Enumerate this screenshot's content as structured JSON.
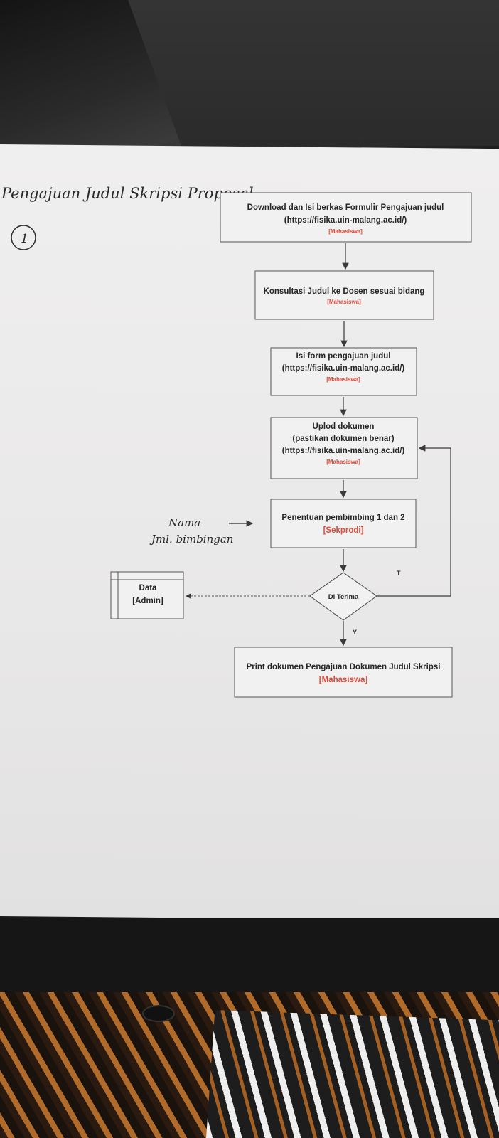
{
  "handwritten": {
    "title": "Pengajuan Judul Skripsi Proposal",
    "page_number": "1",
    "note_line1": "Nama",
    "note_line2": "Jml. bimbingan"
  },
  "steps": {
    "step1": {
      "line1": "Download dan Isi berkas Formulir Pengajuan judul",
      "line2": "(https://fisika.uin-malang.ac.id/)",
      "role": "[Mahasiswa]"
    },
    "step2": {
      "line1": "Konsultasi Judul ke Dosen sesuai bidang",
      "role": "[Mahasiswa]"
    },
    "step3": {
      "line1": "Isi form pengajuan judul",
      "line2": "(https://fisika.uin-malang.ac.id/)",
      "role": "[Mahasiswa]"
    },
    "step4": {
      "line1": "Uplod dokumen",
      "line2": "(pastikan dokumen benar)",
      "line3": "(https://fisika.uin-malang.ac.id/)",
      "role": "[Mahasiswa]"
    },
    "step5": {
      "line1": "Penentuan pembimbing 1 dan 2",
      "role": "[Sekprodi]"
    },
    "step6": {
      "line1": "Print dokumen Pengajuan Dokumen Judul Skripsi",
      "role": "[Mahasiswa]"
    }
  },
  "decision": {
    "label": "Di Terima",
    "yes": "Y",
    "no": "T"
  },
  "datastore": {
    "line1": "Data",
    "line2": "[Admin]"
  },
  "colors": {
    "role": "#e04a3a",
    "ink": "#262626",
    "paper": "#efeeee"
  }
}
